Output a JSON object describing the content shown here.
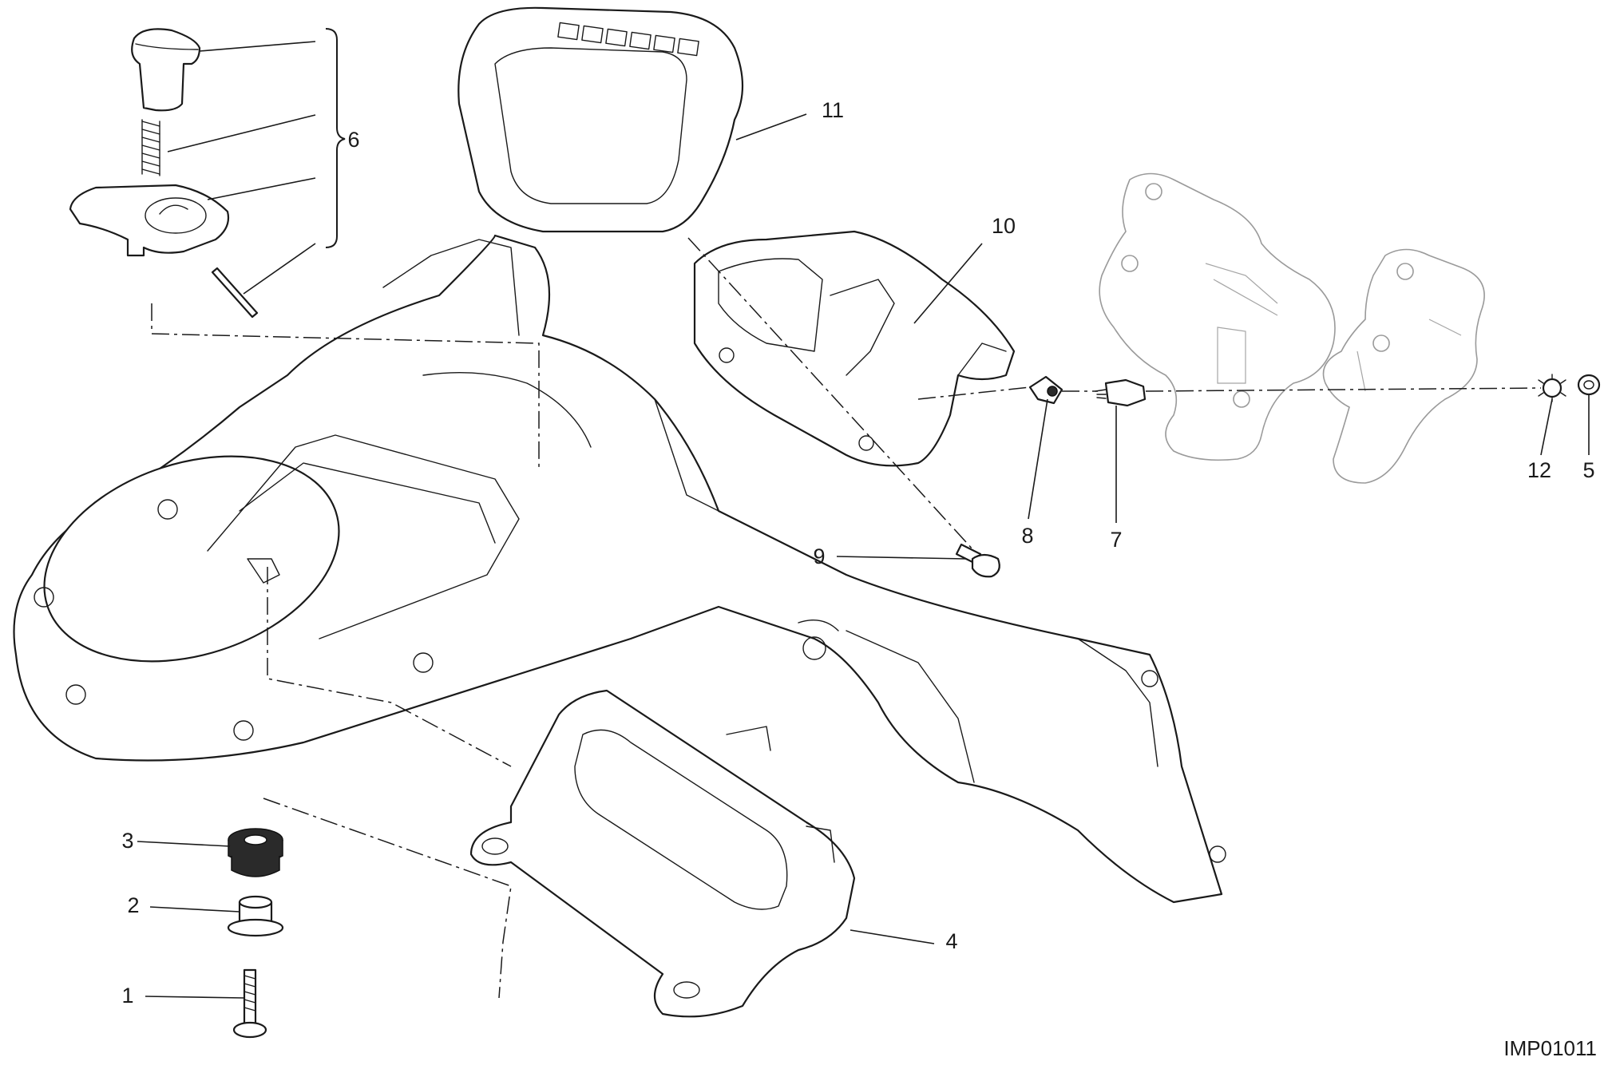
{
  "drawing_code": "IMP01011",
  "callouts": [
    {
      "id": "c1",
      "text": "1"
    },
    {
      "id": "c2",
      "text": "2"
    },
    {
      "id": "c3",
      "text": "3"
    },
    {
      "id": "c4",
      "text": "4"
    },
    {
      "id": "c5",
      "text": "5"
    },
    {
      "id": "c6",
      "text": "6"
    },
    {
      "id": "c7",
      "text": "7"
    },
    {
      "id": "c8",
      "text": "8"
    },
    {
      "id": "c9",
      "text": "9"
    },
    {
      "id": "c10",
      "text": "10"
    },
    {
      "id": "c11",
      "text": "11"
    },
    {
      "id": "c12",
      "text": "12"
    }
  ],
  "colors": {
    "line": "#1a1a1a",
    "ghost": "#9a9a9a",
    "background": "#ffffff"
  }
}
